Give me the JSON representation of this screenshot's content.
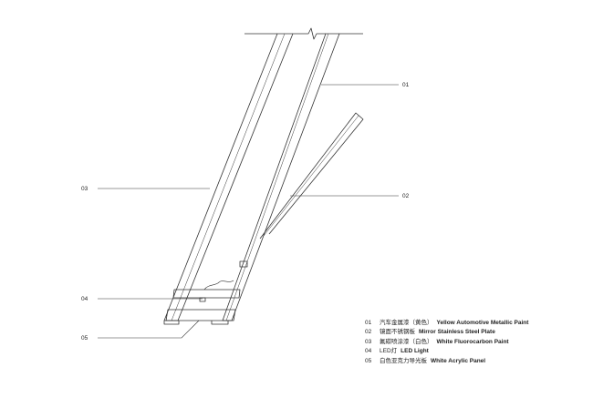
{
  "callouts": [
    {
      "id": "01",
      "label": "01"
    },
    {
      "id": "02",
      "label": "02"
    },
    {
      "id": "03",
      "label": "03"
    },
    {
      "id": "04",
      "label": "04"
    },
    {
      "id": "05",
      "label": "05"
    }
  ],
  "legend": [
    {
      "num": "01",
      "cn": "汽车金属漆（黄色）",
      "en": "Yellow Automotive Metallic Paint"
    },
    {
      "num": "02",
      "cn": "镜面不锈钢板",
      "en": "Mirror Stainless Steel Plate"
    },
    {
      "num": "03",
      "cn": "氟碳喷涂漆（白色）",
      "en": "White Fluorocarbon Paint"
    },
    {
      "num": "04",
      "cn": "LED灯",
      "en": "LED Light"
    },
    {
      "num": "05",
      "cn": "白色亚克力导光板",
      "en": "White Acrylic Panel"
    }
  ]
}
